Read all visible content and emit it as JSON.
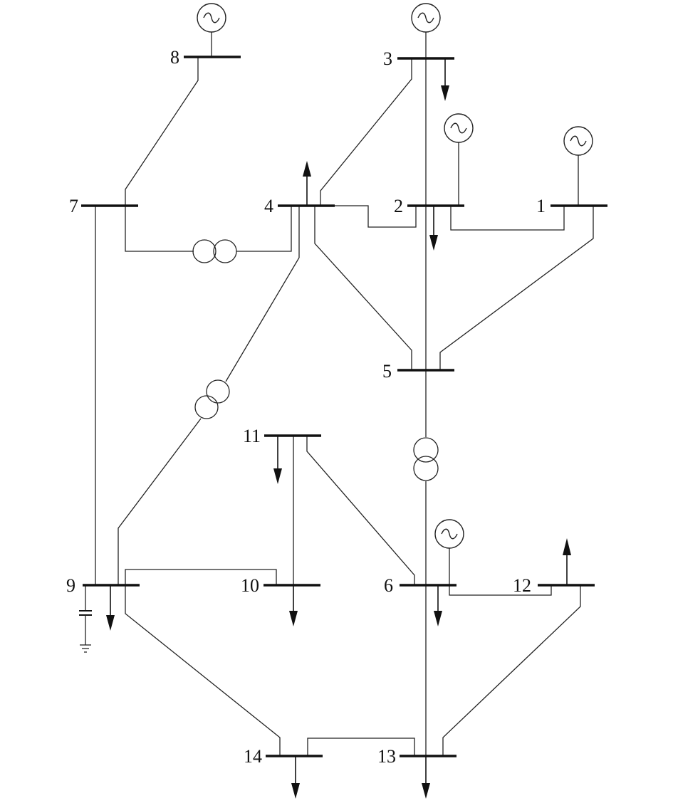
{
  "diagram": {
    "bus_labels": {
      "b1": "1",
      "b2": "2",
      "b3": "3",
      "b4": "4",
      "b5": "5",
      "b6": "6",
      "b7": "7",
      "b8": "8",
      "b9": "9",
      "b10": "10",
      "b11": "11",
      "b12": "12",
      "b13": "13",
      "b14": "14"
    },
    "generators": [
      "b1",
      "b2",
      "b3",
      "b6",
      "b8"
    ],
    "transformers": [
      "b4-b7",
      "b4-b9",
      "b5-b6"
    ],
    "shunt_capacitor": "b9"
  }
}
